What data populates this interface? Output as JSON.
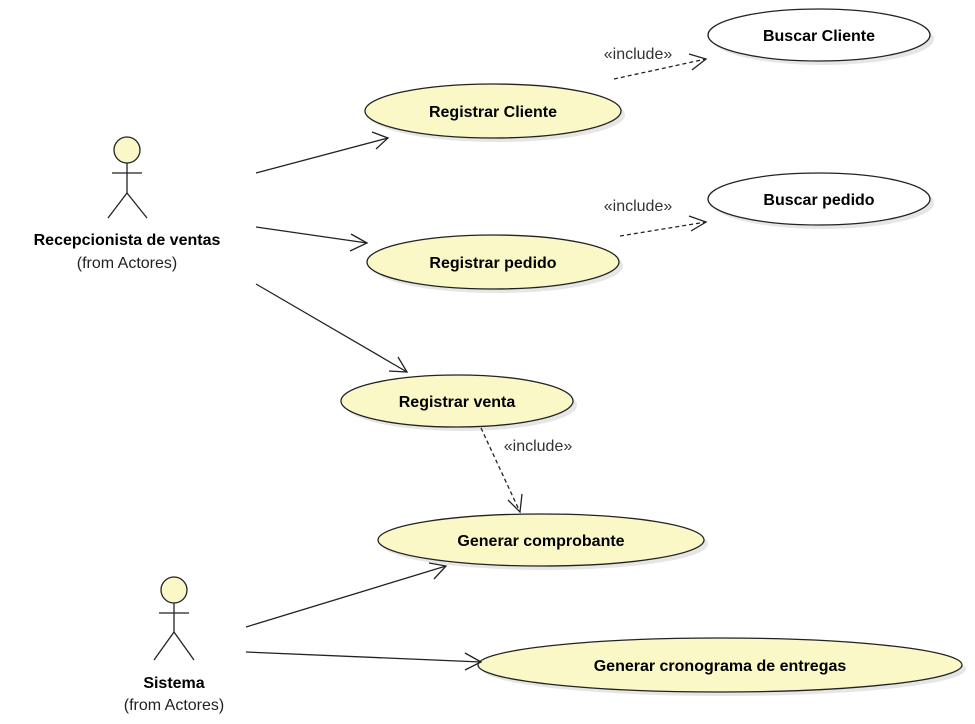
{
  "actors": {
    "recepcionista": {
      "name": "Recepcionista de ventas",
      "from": "(from Actores)"
    },
    "sistema": {
      "name": "Sistema",
      "from": "(from Actores)"
    }
  },
  "use_cases": {
    "buscar_cliente": {
      "label": "Buscar Cliente",
      "fill": "#ffffff"
    },
    "registrar_cliente": {
      "label": "Registrar Cliente",
      "fill": "#fbf8c8"
    },
    "buscar_pedido": {
      "label": "Buscar pedido",
      "fill": "#ffffff"
    },
    "registrar_pedido": {
      "label": "Registrar pedido",
      "fill": "#fbf8c8"
    },
    "registrar_venta": {
      "label": "Registrar venta",
      "fill": "#fbf8c8"
    },
    "generar_comprobante": {
      "label": "Generar comprobante",
      "fill": "#fbf8c8"
    },
    "generar_cronograma": {
      "label": "Generar cronograma de entregas",
      "fill": "#fbf8c8"
    }
  },
  "dependencies": {
    "include_cliente": "«include»",
    "include_pedido": "«include»",
    "include_venta": "«include»"
  },
  "colors": {
    "actor_fill": "#fbf8c8",
    "line": "#222222"
  }
}
